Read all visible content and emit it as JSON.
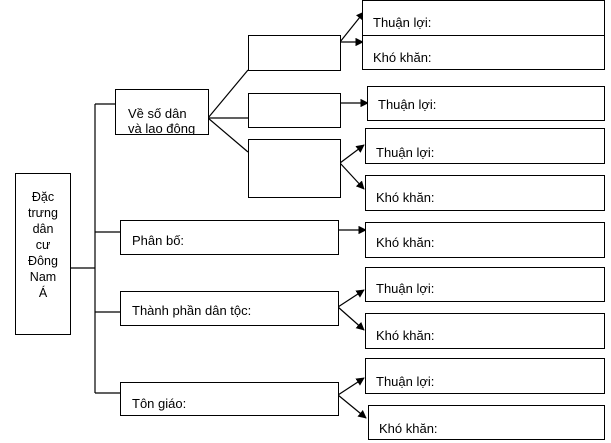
{
  "root": {
    "lines": [
      "Đặc",
      "trưng",
      "dân",
      "cư",
      "Đông",
      "Nam",
      "Á"
    ]
  },
  "branches": {
    "population": [
      "Về số dân",
      "và lao động"
    ],
    "distribution": "Phân bố:",
    "ethnic": "Thành phần dân tộc:",
    "religion": "Tôn giáo:"
  },
  "outcomes": {
    "advantage": "Thuận lợi:",
    "difficulty": "Khó khăn:"
  }
}
